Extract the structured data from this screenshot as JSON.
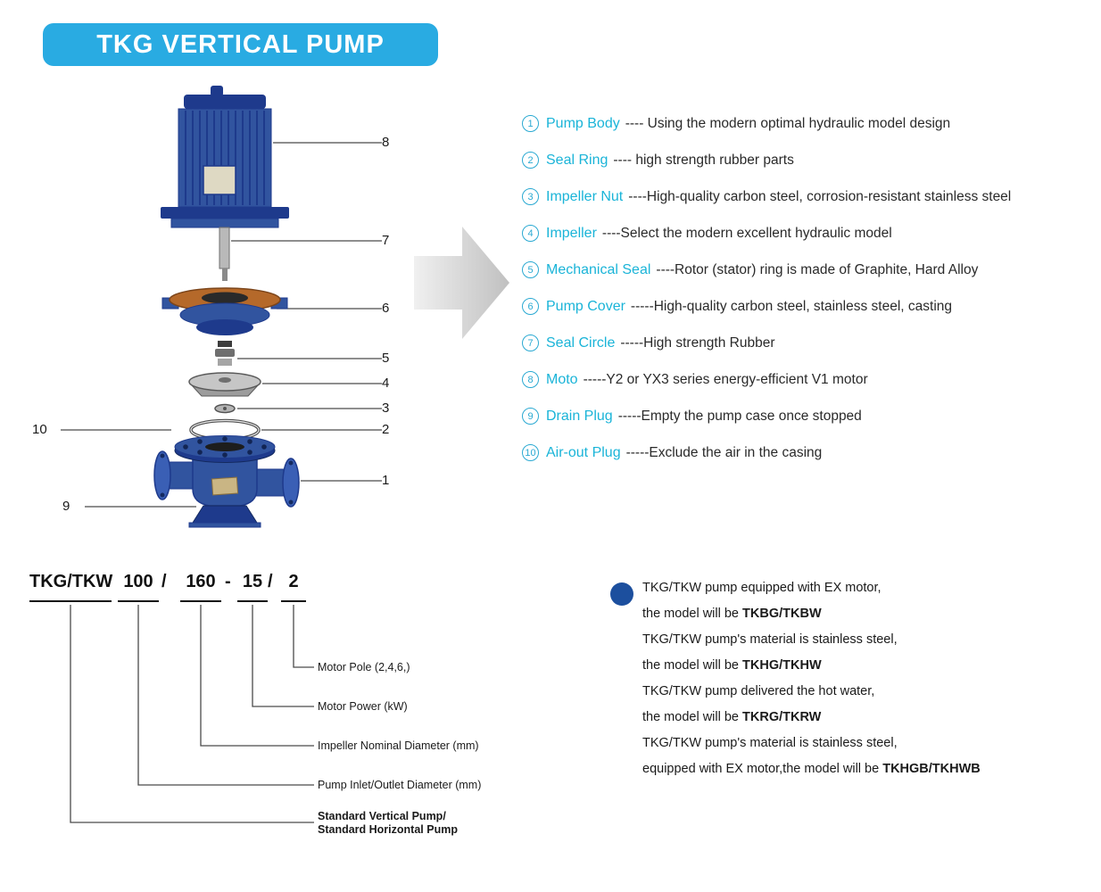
{
  "banner": {
    "title": "TKG VERTICAL PUMP"
  },
  "colors": {
    "banner_bg": "#29abe2",
    "part_accent_cyan": "#1ab4d8",
    "note_bullet_navy": "#1c4f9e",
    "pump_body_blue": "#31549f",
    "pump_rim_orange": "#b5692a"
  },
  "callouts": [
    "8",
    "7",
    "6",
    "5",
    "4",
    "3",
    "2",
    "1",
    "10",
    "9"
  ],
  "parts": [
    {
      "num": "1",
      "name": "Pump Body",
      "desc": "---- Using the modern optimal hydraulic model design"
    },
    {
      "num": "2",
      "name": "Seal Ring",
      "desc": "---- high strength rubber parts"
    },
    {
      "num": "3",
      "name": "Impeller Nut",
      "desc": "----High-quality carbon steel, corrosion-resistant stainless steel"
    },
    {
      "num": "4",
      "name": "Impeller",
      "desc": "----Select the modern excellent hydraulic model"
    },
    {
      "num": "5",
      "name": "Mechanical Seal",
      "desc": "----Rotor (stator) ring is made of Graphite, Hard Alloy"
    },
    {
      "num": "6",
      "name": "Pump Cover",
      "desc": "-----High-quality carbon steel, stainless steel, casting"
    },
    {
      "num": "7",
      "name": "Seal Circle",
      "desc": "-----High strength Rubber"
    },
    {
      "num": "8",
      "name": "Moto",
      "desc": "-----Y2 or YX3 series energy-efficient V1 motor"
    },
    {
      "num": "9",
      "name": "Drain Plug",
      "desc": "-----Empty the pump case once stopped"
    },
    {
      "num": "10",
      "name": "Air-out Plug",
      "desc": "-----Exclude the air in the casing"
    }
  ],
  "model_code": {
    "segments": [
      "TKG/TKW",
      "100",
      "/",
      "160",
      "-",
      "15",
      "/",
      "2"
    ],
    "labels": {
      "motor_pole": "Motor Pole (2,4,6,)",
      "motor_power": "Motor Power (kW)",
      "impeller_diameter": "Impeller Nominal Diameter (mm)",
      "inlet_outlet": "Pump Inlet/Outlet Diameter (mm)",
      "standard_line1": "Standard Vertical Pump/",
      "standard_line2": "Standard Horizontal Pump"
    }
  },
  "notes": [
    {
      "line1": "TKG/TKW pump equipped with EX motor,",
      "line2_pre": "the model will be ",
      "line2_bold": "TKBG/TKBW"
    },
    {
      "line1": "TKG/TKW pump's material is stainless steel,",
      "line2_pre": "the model will be ",
      "line2_bold": "TKHG/TKHW"
    },
    {
      "line1": "TKG/TKW pump delivered the hot water,",
      "line2_pre": "the model will be ",
      "line2_bold": "TKRG/TKRW"
    },
    {
      "line1": "TKG/TKW pump's material is stainless steel,",
      "line2_pre": "equipped with EX motor,the model will be ",
      "line2_bold": "TKHGB/TKHWB"
    }
  ]
}
